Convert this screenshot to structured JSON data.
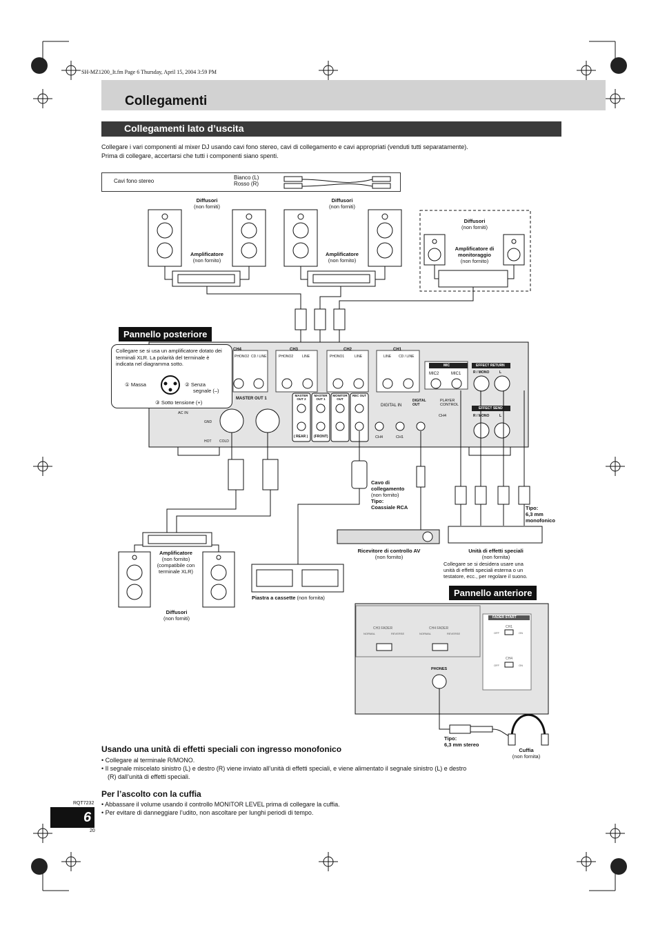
{
  "file_info": "SH-MZ1200_It.fm  Page 6  Thursday, April 15, 2004  3:59 PM",
  "page_title": "Collegamenti",
  "section_title": "Collegamenti lato d’uscita",
  "intro": [
    "Collegare i vari componenti al mixer DJ usando cavi fono stereo, cavi di collegamento e cavi appropriati (venduti tutti separatamente).",
    "Prima di collegare, accertarsi che tutti i componenti siano spenti."
  ],
  "cable_box": {
    "label": "Cavi fono stereo",
    "white": "Bianco (L)",
    "red": "Rosso (R)"
  },
  "speakers_left": {
    "title": "Diffusori",
    "note": "(non forniti)"
  },
  "speakers_mid": {
    "title": "Diffusori",
    "note": "(non forniti)"
  },
  "speakers_monitor": {
    "title": "Diffusori",
    "note": "(non forniti)"
  },
  "amp_left": {
    "title": "Amplificatore",
    "note": "(non fornito)"
  },
  "amp_mid": {
    "title": "Amplificatore",
    "note": "(non fornito)"
  },
  "amp_monitor": {
    "title1": "Amplificatore di",
    "title2": "monitoraggio",
    "note": "(non fornito)"
  },
  "rear_panel_label": "Pannello posteriore",
  "front_panel_label": "Pannello anteriore",
  "xlr_note": {
    "text": "Collegare se si usa un amplificatore dotato dei terminali XLR. La polarità del terminale è indicata nel diagramma sotto.",
    "pin1": "Massa",
    "pin2a": "Senza",
    "pin2b": "segnale (–)",
    "pin3": "Sotto tensione (+)",
    "n1": "①",
    "n2": "②",
    "n3": "③"
  },
  "rear_panel": {
    "ch4": "CH4",
    "ch3": "CH3",
    "ch2": "CH2",
    "ch1": "CH1",
    "phono2": "PHONO2",
    "cd_line": "CD / LINE",
    "line": "LINE",
    "phono1": "PHONO1",
    "mic": "MIC",
    "mic2": "MIC2",
    "mic1": "MIC1",
    "effect_return": "EFFECT RETURN",
    "effect_send": "EFFECT SEND",
    "r_mono": "R / MONO",
    "l": "L",
    "master_out1": "MASTER OUT 1",
    "master_out2": "MASTER OUT 2",
    "master_out": "MASTER OUT 1",
    "monitor_out": "MONITOR OUT",
    "rec_out": "REC OUT",
    "rear": "( REAR )",
    "front": "(FRONT)",
    "digital_in": "DIGITAL IN",
    "digital_out": "DIGITAL OUT",
    "player_control": "PLAYER CONTROL",
    "ch4b": "CH4",
    "ch1b": "CH1",
    "ac_in": "AC IN",
    "gnd": "GND",
    "hot": "HOT",
    "cold": "COLD"
  },
  "coax_cable": {
    "l1": "Cavo di",
    "l2": "collegamento",
    "l3": "(non fornito)",
    "l4": "Tipo:",
    "l5": "Coassiale RCA"
  },
  "plug_type": {
    "l1": "Tipo:",
    "l2": "6,3 mm",
    "l3": "monofonico"
  },
  "av_receiver": {
    "title": "Ricevitore di controllo AV",
    "note": "(non fornito)"
  },
  "effects_unit": {
    "title": "Unità di effetti speciali",
    "note": "(non fornita)",
    "desc": [
      "Collegare se si desidera usare una",
      "unità di effetti speciali esterna o un",
      "testatore, ecc., per regolare il suono."
    ]
  },
  "amp_bottom": {
    "title": "Amplificatore",
    "l2": "(non fornito)",
    "l3": "(compatibile con",
    "l4": "terminale XLR)"
  },
  "speakers_bottom": {
    "title": "Diffusori",
    "note": "(non forniti)"
  },
  "cassette": {
    "title": "Piastra a cassette",
    "note": "(non fornita)"
  },
  "front_panel": {
    "fader_start": "FADER START",
    "ch3_fader": "CH3 FADER",
    "ch4_fader": "CH4 FADER",
    "normal": "NORMAL",
    "reverse": "REVERSE",
    "ch1": "CH1",
    "ch4": "CH4",
    "off": "OFF",
    "on": "ON",
    "phones": "PHONES"
  },
  "phones_plug": {
    "l1": "Tipo:",
    "l2": "6,3 mm stereo"
  },
  "headphones": {
    "title": "Cuffia",
    "note": "(non fornita)"
  },
  "mono_section": {
    "title": "Usando una unità di effetti speciali con ingresso monofonico",
    "bullets": [
      "Collegare al terminale R/MONO.",
      "Il segnale miscelato sinistro (L) e destro (R) viene inviato all’unità di effetti speciali, e viene alimentato il segnale sinistro (L) e destro",
      "(R) dall’unità di effetti speciali."
    ]
  },
  "phones_section": {
    "title": "Per l’ascolto con la cuffia",
    "bullets": [
      "Abbassare il volume usando il controllo MONITOR LEVEL prima di collegare la cuffia.",
      "Per evitare di danneggiare l’udito, non ascoltare per lunghi periodi di tempo."
    ]
  },
  "doc_code": "RQT7232",
  "page_number": "6",
  "small_page": "20"
}
